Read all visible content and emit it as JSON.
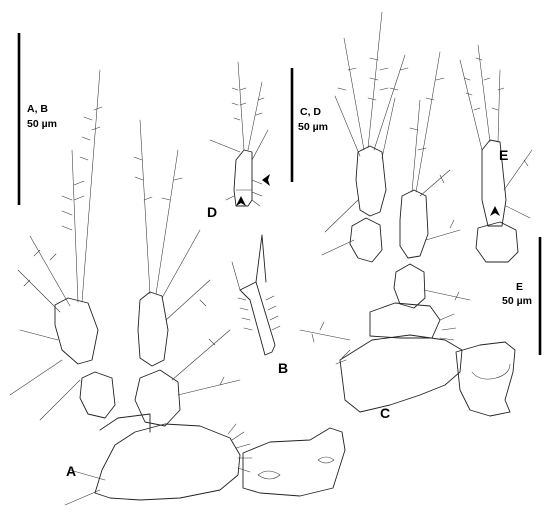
{
  "panels": {
    "a": "A",
    "b": "B",
    "c": "C",
    "d": "D",
    "e": "E",
    "e_small": "E"
  },
  "scale_bars": {
    "ab": {
      "label": "A, B",
      "value": "50 µm"
    },
    "cd": {
      "label": "C, D",
      "value": "50 µm"
    },
    "e": {
      "label": "E",
      "value": "50 µm"
    }
  },
  "colors": {
    "ink": "#222222",
    "background": "#ffffff"
  },
  "icons": {
    "arrowhead": "arrowhead-icon"
  }
}
